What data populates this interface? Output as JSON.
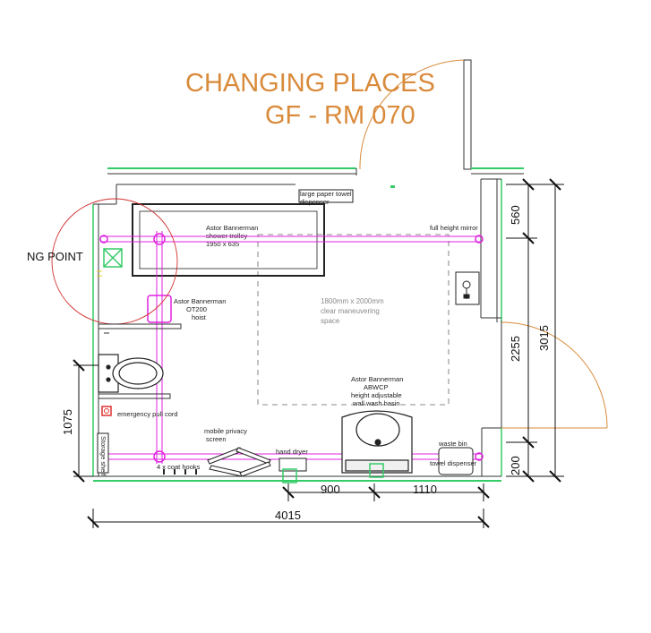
{
  "title": {
    "line1": "CHANGING PLACES",
    "line2": "GF - RM 070"
  },
  "callout": {
    "text": "NG POINT"
  },
  "labels": {
    "shower_trolley": [
      "Astor Bannerman",
      "shower trolley -",
      "1950 x 635"
    ],
    "paper_towel": [
      "large paper towel",
      "dispenser"
    ],
    "mirror": "full height mirror",
    "hoist": [
      "Astor Bannerman",
      "OT200",
      "hoist"
    ],
    "space": [
      "1800mm x 2000mm",
      "clear maneuvering",
      "space"
    ],
    "basin": [
      "Astor Bannerman",
      "ABWCP",
      "height adjustable",
      "wall wash hasin"
    ],
    "pull_cord": "emergency pull cord",
    "screen": [
      "mobile privacy",
      "screen"
    ],
    "hand_dryer": "hand dryer",
    "waste_bin": "waste bin",
    "towel_dispenser": "towel dispenser",
    "coat_hooks": "4 x coat hooks",
    "storage": "Storage shelf"
  },
  "dimensions": {
    "right_top": "560",
    "right_mid": "2255",
    "right_bottom": "200",
    "right_total": "3015",
    "left": "1075",
    "bottom_mid1": "900",
    "bottom_mid2": "1110",
    "bottom_total": "4015"
  },
  "colors": {
    "title": "#d98a3a",
    "track": "#e020e0",
    "wall_green": "#33cc66",
    "callout": "#d23030",
    "cord_red": "#e03030"
  }
}
